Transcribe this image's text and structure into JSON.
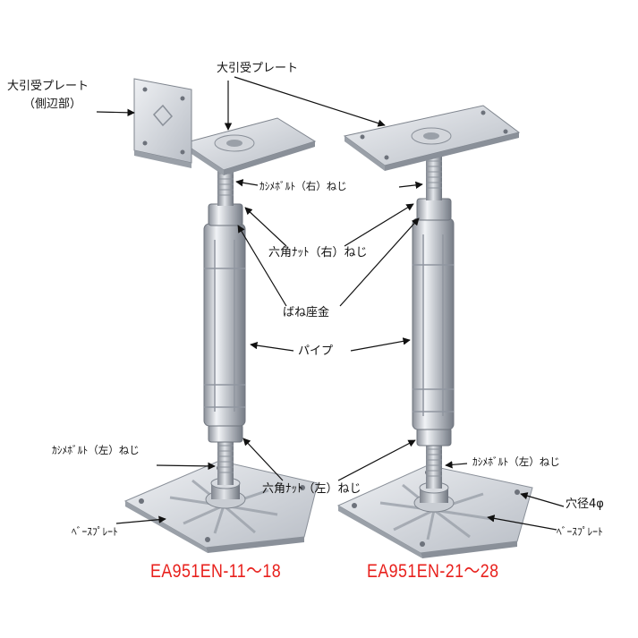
{
  "labels": {
    "side_plate_line1": "大引受プレート",
    "side_plate_line2": "（側辺部）",
    "top_plate": "大引受プレート",
    "bolt_right": "ｶｼﾒﾎﾞﾙﾄ（右）ねじ",
    "nut_right": "六角ﾅｯﾄ（右）ねじ",
    "spring_washer": "ばね座金",
    "pipe": "パイプ",
    "bolt_left_a": "ｶｼﾒﾎﾞﾙﾄ（左）ねじ",
    "bolt_left_b": "ｶｼﾒﾎﾞﾙﾄ（左）ねじ",
    "nut_left": "六角ﾅｯﾄ（左）ねじ",
    "hole": "穴径4φ",
    "base_plate_a": "ﾍﾞｰｽﾌﾟﾚｰﾄ",
    "base_plate_b": "ﾍﾞｰｽﾌﾟﾚｰﾄ"
  },
  "models": {
    "left": "EA951EN-11～18",
    "right": "EA951EN-21～28"
  },
  "colors": {
    "model_text": "#e8201c",
    "metal_light": "#e6e8ec",
    "metal_mid": "#b7bcc4",
    "metal_dark": "#7d838d"
  }
}
